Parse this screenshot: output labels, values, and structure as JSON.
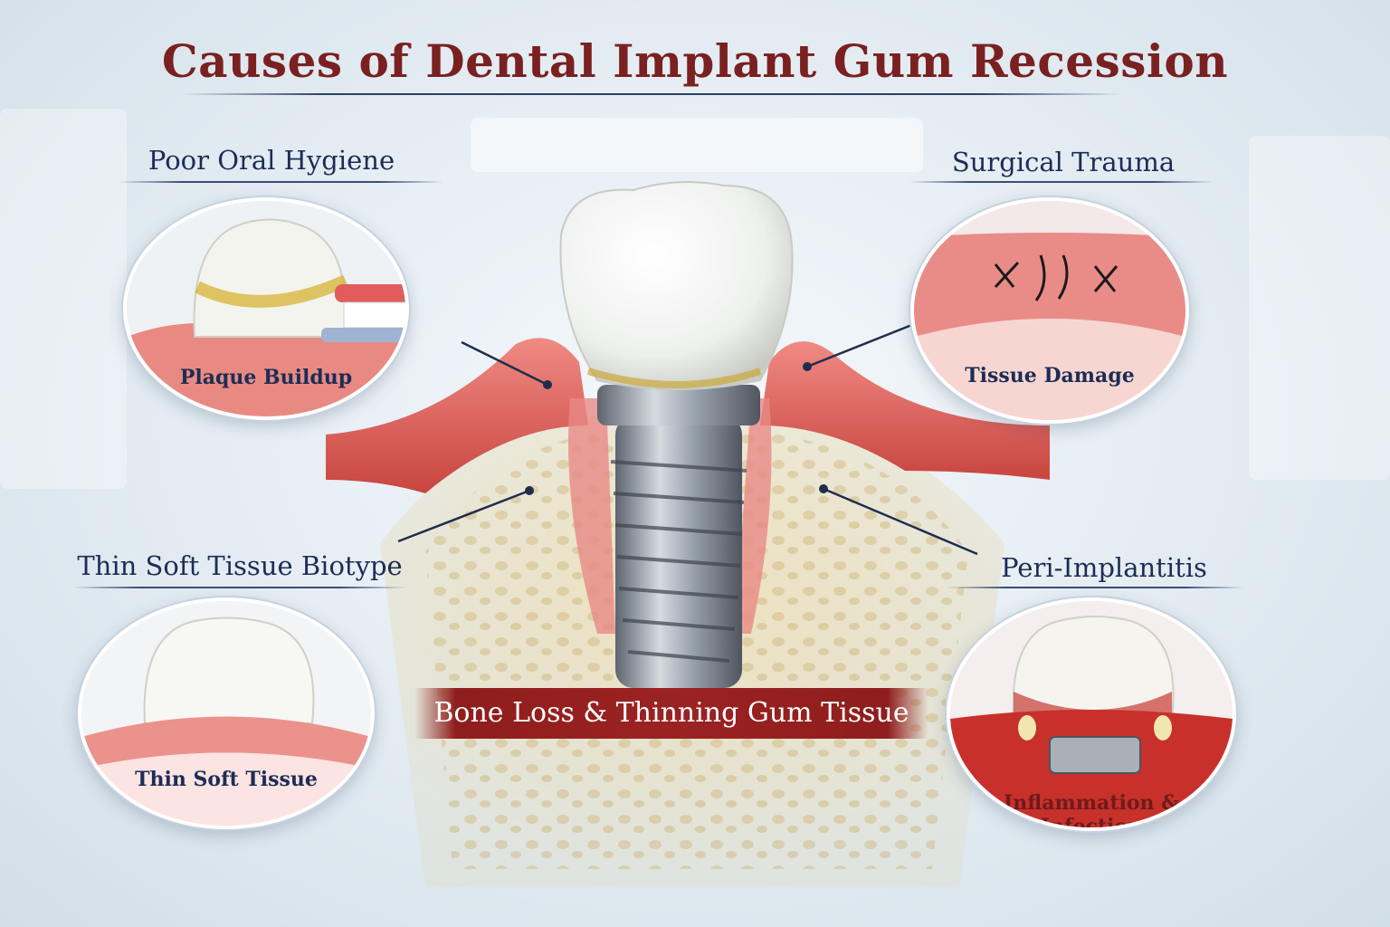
{
  "title": "Causes of Dental Implant Gum Recession",
  "causes": {
    "top_left": {
      "title": "Poor Oral Hygiene",
      "caption": "Plaque Buildup"
    },
    "top_right": {
      "title": "Surgical Trauma",
      "caption": "Tissue Damage"
    },
    "bottom_left": {
      "title": "Thin Soft Tissue Biotype",
      "caption": "Thin Soft Tissue"
    },
    "bottom_right": {
      "title": "Peri-Implantitis",
      "caption": "Inflammation & Infection"
    }
  },
  "center_label": "Bone Loss & Thinning Gum Tissue",
  "colors": {
    "title": "#7a2020",
    "heading": "#1c2d56",
    "banner": "#9b2222",
    "gum": "#e0706c",
    "bone": "#e9dcb8",
    "implant": "#9aa3ad"
  }
}
